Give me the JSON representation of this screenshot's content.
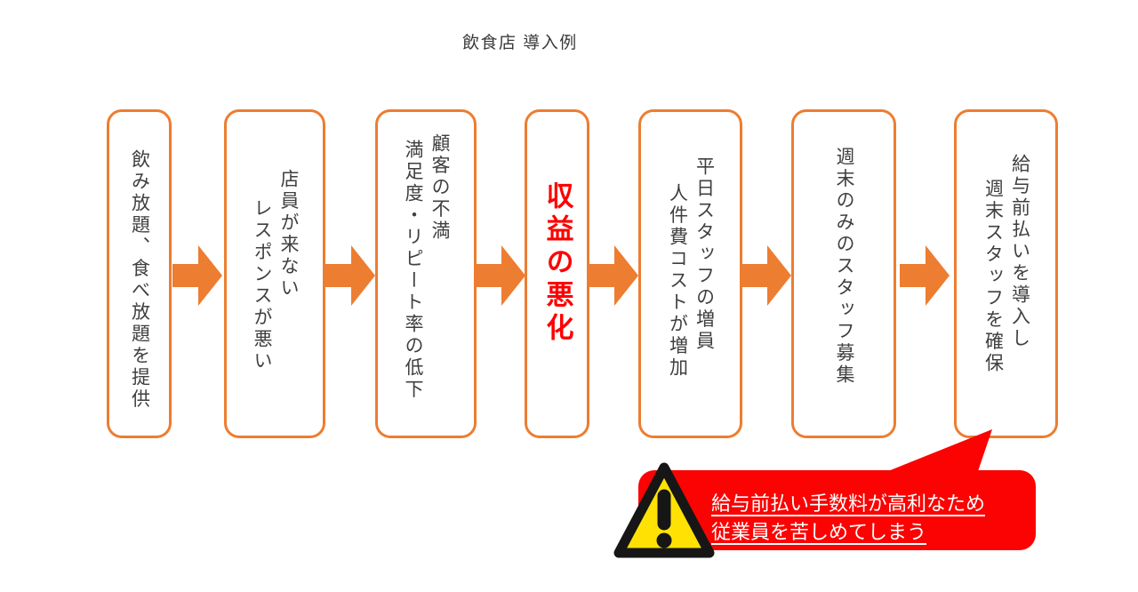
{
  "title": "飲食店 導入例",
  "colors": {
    "accent_orange": "#ED7D31",
    "callout_red": "#FA0302",
    "emphasis_red": "#FE0000",
    "warning_yellow": "#FFE204",
    "text_dark": "#3F3F3F"
  },
  "flow": {
    "boxes": [
      {
        "emphasis": false,
        "lines": [
          "飲み放題、食べ放題を提供"
        ]
      },
      {
        "emphasis": false,
        "lines": [
          "店員が来ない",
          "レスポンスが悪い"
        ]
      },
      {
        "emphasis": false,
        "lines": [
          "顧客の不満",
          "満足度・リピート率の低下"
        ]
      },
      {
        "emphasis": true,
        "lines": [
          "収益の悪化"
        ]
      },
      {
        "emphasis": false,
        "lines": [
          "平日スタッフの増員",
          "人件費コストが増加"
        ]
      },
      {
        "emphasis": false,
        "lines": [
          "週末のみのスタッフ募集"
        ]
      },
      {
        "emphasis": false,
        "lines": [
          "給与前払いを導入し",
          "週末スタッフを確保"
        ]
      }
    ]
  },
  "callout": {
    "icon": "warning-triangle",
    "lines": [
      "給与前払い手数料が高利なため",
      "従業員を苦しめてしまう"
    ]
  }
}
